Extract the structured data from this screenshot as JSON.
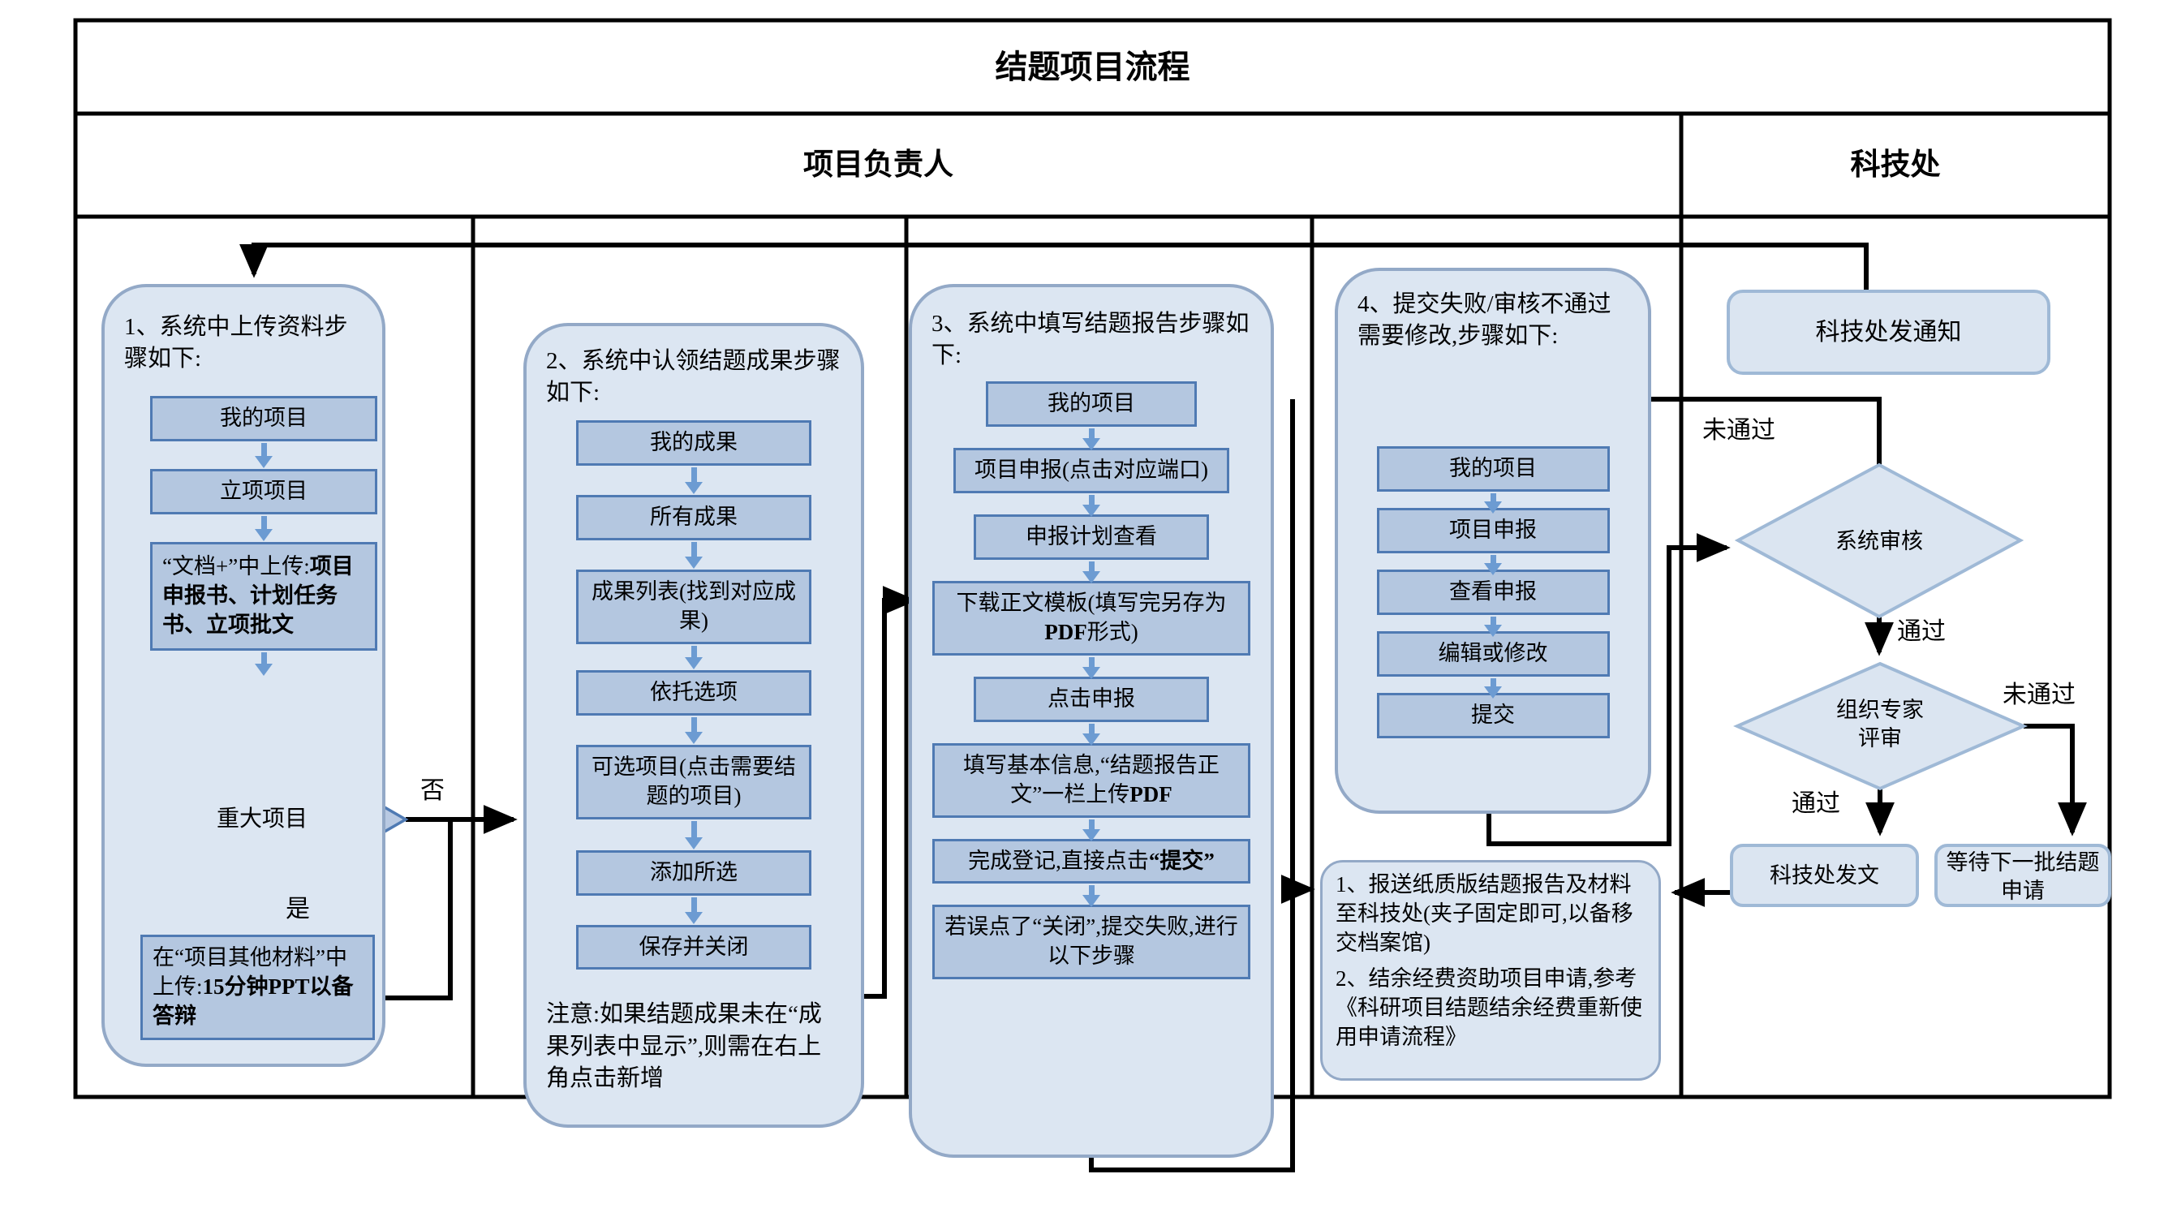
{
  "title": "结题项目流程",
  "lanes": {
    "owner": "项目负责人",
    "office": "科技处"
  },
  "labels": {
    "yes": "是",
    "no": "否",
    "pass1": "通过",
    "pass2": "通过",
    "fail1": "未通过",
    "fail2": "未通过"
  },
  "col1": {
    "title": "1、系统中上传资料步骤如下:",
    "step1": "我的项目",
    "step2": "立项项目",
    "step3_pre": "“文档+”中上传:",
    "step3_bold": "项目申报书、计划任务书、立项批文",
    "decision": "重大项目",
    "final_pre": "在“项目其他材料”中上传:",
    "final_bold": "15分钟PPT以备答辩"
  },
  "col2": {
    "title": "2、系统中认领结题成果步骤如下:",
    "steps": [
      "我的成果",
      "所有成果",
      "成果列表(找到对应成果)",
      "依托选项",
      "可选项目(点击需要结题的项目)",
      "添加所选",
      "保存并关闭"
    ],
    "note": "注意:如果结题成果未在“成果列表中显示”,则需在右上角点击新增"
  },
  "col3": {
    "title": "3、系统中填写结题报告步骤如下:",
    "step1": "我的项目",
    "step2": "项目申报(点击对应端口)",
    "step3": "申报计划查看",
    "step4_pre": "下载正文模板(填写完另存为",
    "step4_bold": "PDF",
    "step4_post": "形式)",
    "step5": "点击申报",
    "step6_pre": "填写基本信息,“结题报告正文”一栏上传",
    "step6_bold": "PDF",
    "step7_pre": "完成登记,直接点击",
    "step7_bold": "“提交”",
    "step8": "若误点了“关闭”,提交失败,进行以下步骤"
  },
  "col4": {
    "title": "4、提交失败/审核不通过需要修改,步骤如下:",
    "steps": [
      "我的项目",
      "项目申报",
      "查看申报",
      "编辑或修改",
      "提交"
    ]
  },
  "office": {
    "notice": "科技处发通知",
    "d1": "系统审核",
    "d2": "组织专家评审",
    "issue": "科技处发文",
    "wait": "等待下一批结题申请"
  },
  "note_box": {
    "p1": "1、报送纸质版结题报告及材料至科技处(夹子固定即可,以备移交档案馆)",
    "p2": "2、结余经费资助项目申请,参考《科研项目结题结余经费重新使用申请流程》"
  }
}
